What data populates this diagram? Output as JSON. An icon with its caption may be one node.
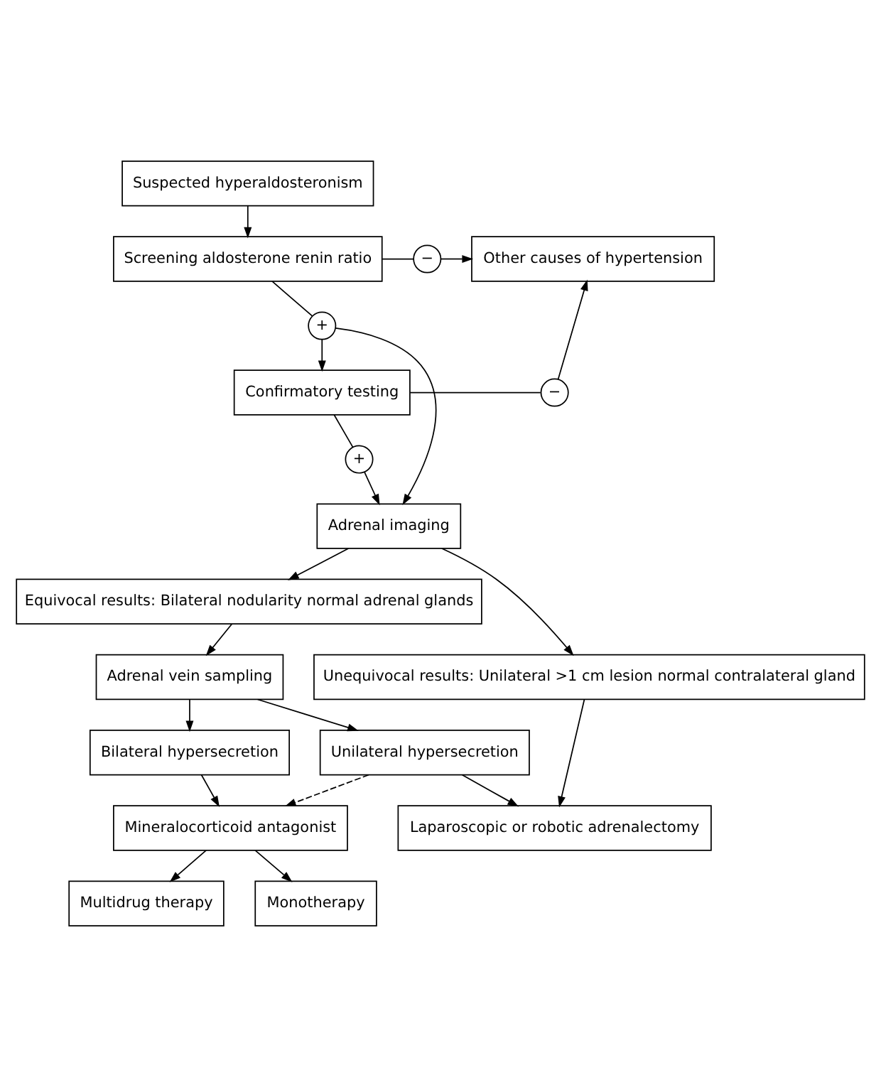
{
  "diagram": {
    "nodes": [
      {
        "text": [
          "Suspected hyperaldosteronism"
        ]
      },
      {
        "text": [
          "Screening aldosterone renin ratio"
        ]
      },
      {
        "text": [
          "−"
        ]
      },
      {
        "text": [
          "Other causes of hypertension"
        ]
      },
      {
        "text": [
          "+"
        ]
      },
      {
        "text": [
          "Confirmatory testing"
        ]
      },
      {
        "text": [
          "−"
        ]
      },
      {
        "text": [
          "+"
        ]
      },
      {
        "text": [
          "Adrenal imaging"
        ]
      },
      {
        "text": [
          "Equivocal results: Bilateral nodularity normal adrenal glands"
        ]
      },
      {
        "text": [
          "Unequivocal results: Unilateral >1 cm lesion normal contralateral gland"
        ]
      },
      {
        "text": [
          "Adrenal vein sampling"
        ]
      },
      {
        "text": [
          "Bilateral hypersecretion"
        ]
      },
      {
        "text": [
          "Unilateral hypersecretion"
        ]
      },
      {
        "text": [
          "Mineralocorticoid antagonist"
        ]
      },
      {
        "text": [
          "Laparoscopic or robotic adrenalectomy"
        ]
      },
      {
        "text": [
          "Multidrug therapy"
        ]
      },
      {
        "text": [
          "Monotherapy"
        ]
      }
    ],
    "edges": [
      {
        "from": 0,
        "to": 1,
        "arrow": "to"
      },
      {
        "from": 1,
        "to": 2,
        "arrow": "none"
      },
      {
        "from": 2,
        "to": 3,
        "arrow": "to"
      },
      {
        "from": 1,
        "to": 4,
        "arrow": "none"
      },
      {
        "from": 4,
        "to": 8,
        "arrow": "to"
      },
      {
        "from": 4,
        "to": 5,
        "arrow": "to"
      },
      {
        "from": 5,
        "to": 6,
        "arrow": "none"
      },
      {
        "from": 6,
        "to": 3,
        "arrow": "to"
      },
      {
        "from": 5,
        "to": 7,
        "arrow": "none"
      },
      {
        "from": 7,
        "to": 8,
        "arrow": "to"
      },
      {
        "from": 8,
        "to": 9,
        "arrow": "to"
      },
      {
        "from": 8,
        "to": 10,
        "arrow": "to"
      },
      {
        "from": 9,
        "to": 11,
        "arrow": "to"
      },
      {
        "from": 11,
        "to": 12,
        "arrow": "to"
      },
      {
        "from": 11,
        "to": 13,
        "arrow": "to"
      },
      {
        "from": 12,
        "to": 14,
        "arrow": "to"
      },
      {
        "from": 13,
        "to": 14,
        "arrow": "to",
        "style": "dashed"
      },
      {
        "from": 13,
        "to": 15,
        "arrow": "to"
      },
      {
        "from": 10,
        "to": 15,
        "arrow": "to"
      },
      {
        "from": 14,
        "to": 16,
        "arrow": "to"
      },
      {
        "from": 14,
        "to": 17,
        "arrow": "to"
      }
    ]
  }
}
